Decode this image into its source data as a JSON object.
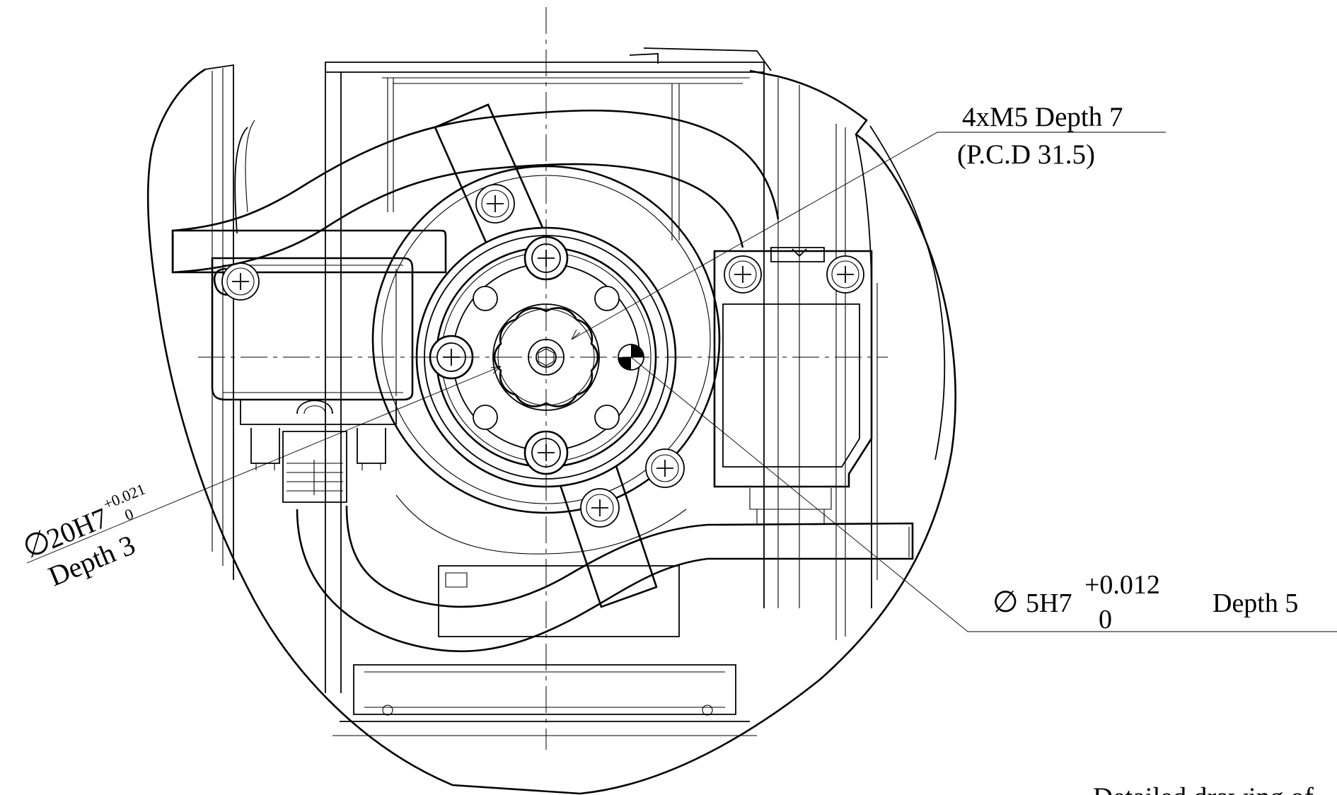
{
  "annotations": {
    "m5_thread": "4xM5 Depth 7",
    "m5_pcd": "(P.C.D 31.5)",
    "bore_diameter_symbol": "∅",
    "bore_tolerance_label": "20H7",
    "bore_upper_tolerance": "+0.021",
    "bore_lower_tolerance": "0",
    "bore_depth": "Depth 3",
    "pin_diameter_symbol": "∅",
    "pin_tolerance_label": "5H7",
    "pin_upper_tolerance": "+0.012",
    "pin_lower_tolerance": "0",
    "pin_depth": "Depth 5",
    "footer_text": "Detailed drawing of"
  },
  "colors": {
    "line": "#000000",
    "background": "#ffffff"
  }
}
